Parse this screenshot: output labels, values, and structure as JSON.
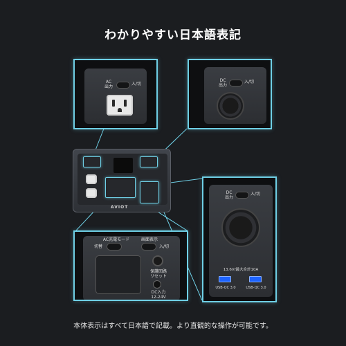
{
  "headline": "わかりやすい日本語表記",
  "caption": "本体表示はすべて日本語で記載。より直観的な操作が可能です。",
  "device": {
    "brand": "AVIOT"
  },
  "callout_ac": {
    "label": "AC\n出力",
    "switch": "入/切"
  },
  "callout_dc_top": {
    "label": "DC\n出力",
    "switch": "入/切"
  },
  "callout_dc_right": {
    "label": "DC\n出力",
    "switch": "入/切",
    "spec": "13.6V/最大合計10A",
    "usb_left": "USB-QC 3.0",
    "usb_right": "USB-QC 3.0"
  },
  "callout_bottom": {
    "ac_charge_mode": "AC充電モード",
    "switch_label": "切替",
    "screen_label": "画面表示",
    "power": "入/切",
    "overcurrent": "保護回路\nリセット",
    "dc_input": "DC入力\n12-24V"
  },
  "colors": {
    "accent": "#6fd0e6",
    "background": "#1b1d20",
    "usb": "#1d63ff"
  }
}
